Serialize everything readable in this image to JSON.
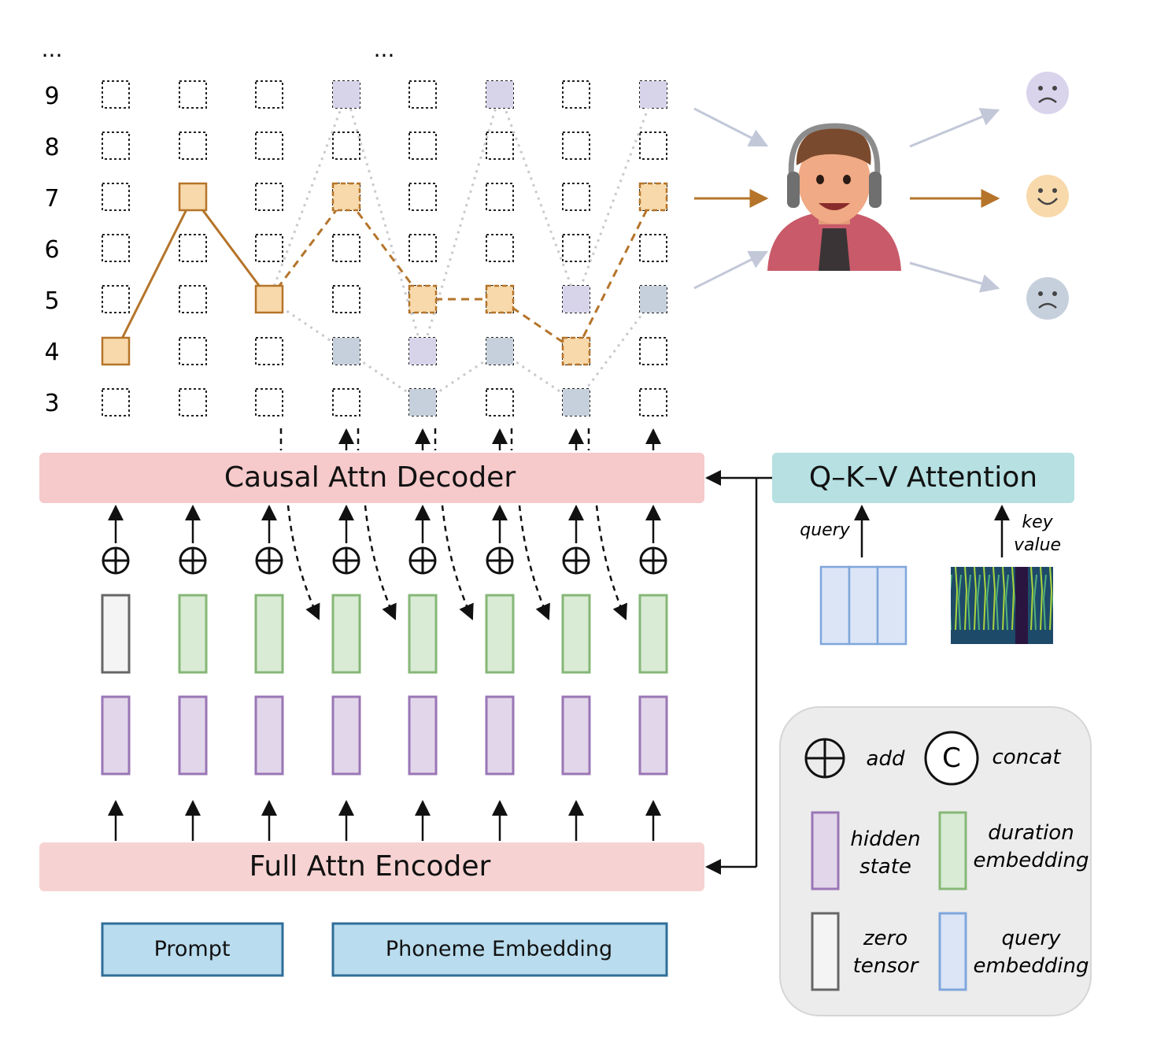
{
  "grid": {
    "row_labels": [
      "...",
      "9",
      "8",
      "7",
      "6",
      "5",
      "4",
      "3"
    ],
    "top_ellipsis": "...",
    "values": [
      3,
      4,
      5,
      6,
      7,
      8,
      9
    ]
  },
  "paths": {
    "prompt_path": [
      4,
      7,
      5
    ],
    "selected_path": [
      7,
      5,
      5,
      4,
      7
    ],
    "alt_high_path": [
      9,
      4,
      9,
      5,
      9
    ],
    "alt_low_path": [
      4,
      3,
      4,
      3,
      5
    ]
  },
  "blocks": {
    "decoder": "Causal Attn Decoder",
    "encoder": "Full Attn Encoder",
    "attention": "Q–K–V Attention",
    "prompt": "Prompt",
    "phoneme": "Phoneme Embedding",
    "query_label": "query",
    "kv_label_1": "key",
    "kv_label_2": "value"
  },
  "legend": {
    "add": "add",
    "concat": "concat",
    "concat_symbol": "C",
    "hidden_1": "hidden",
    "hidden_2": "state",
    "duration_1": "duration",
    "duration_2": "embedding",
    "zero_1": "zero",
    "zero_2": "tensor",
    "query_1": "query",
    "query_2": "embedding"
  },
  "colors": {
    "orange_fill": "#f8d9ab",
    "orange_stroke": "#b5742a",
    "purple_fill": "#d7d4ea",
    "gray_fill": "#c6d0dc",
    "decoder_bg": "#f6c9ca",
    "encoder_bg": "#f6d3d2",
    "attention_bg": "#b6e0e2",
    "blue_box": "#b9dcee",
    "blue_border": "#2f6e98",
    "hidden_fill": "#e2d6ea",
    "hidden_stroke": "#9a76b6",
    "duration_fill": "#d9ebd5",
    "duration_stroke": "#86b777",
    "query_fill": "#dbe5f6",
    "query_stroke": "#7fa6dc",
    "legend_bg": "#ececec"
  },
  "icons": [
    "person-with-headphones-icon",
    "sad-face-icon",
    "happy-face-icon",
    "sad-face-icon"
  ]
}
